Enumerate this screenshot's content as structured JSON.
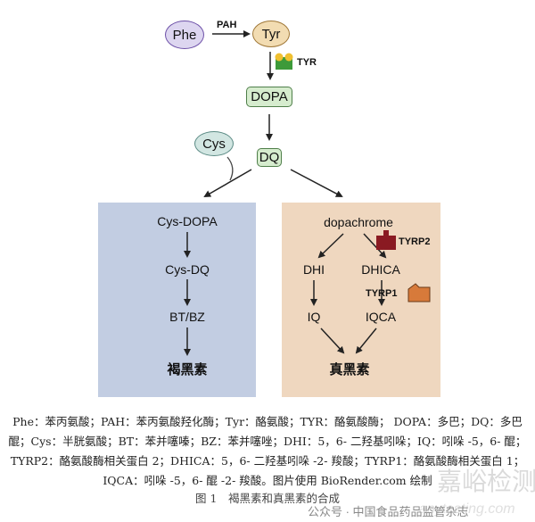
{
  "diagram": {
    "nodes": {
      "phe": "Phe",
      "tyr": "Tyr",
      "dopa": "DOPA",
      "cys": "Cys",
      "dq": "DQ"
    },
    "enzymes": {
      "pah": "PAH",
      "tyr": "TYR",
      "tyrp2": "TYRP2",
      "tyrp1": "TYRP1"
    },
    "left_panel": {
      "steps": [
        "Cys-DOPA",
        "Cys-DQ",
        "BT/BZ"
      ],
      "product": "褐黑素",
      "color": "#c2cde2"
    },
    "right_panel": {
      "top": "dopachrome",
      "dhi": "DHI",
      "dhica": "DHICA",
      "iq": "IQ",
      "iqca": "IQCA",
      "product": "真黑素",
      "color": "#efd7bf"
    }
  },
  "caption": {
    "lines": [
      "Phe：苯丙氨酸；PAH：苯丙氨酸羟化酶；Tyr：酪氨酸；TYR：酪氨酸酶； DOPA：多巴；DQ：多巴",
      "醌；Cys：半胱氨酸；BT：苯并噻嗪；BZ：苯并噻唑；DHI：5，6- 二羟基吲哚；IQ：吲哚 -5，6- 醌；",
      "TYRP2：酪氨酸酶相关蛋白 2；DHICA：5，6- 二羟基吲哚 -2- 羧酸；TYRP1：酪氨酸酶相关蛋白 1；",
      "IQCA：吲哚 -5，6- 醌 -2- 羧酸。图片使用 BioRender.com 绘制"
    ],
    "figure_title": "图 1　褐黑素和真黑素的合成"
  },
  "watermark": {
    "source": "公众号 · 中国食品药品监管杂志",
    "brand": "嘉峪检测网",
    "site": "anytesting.com"
  }
}
